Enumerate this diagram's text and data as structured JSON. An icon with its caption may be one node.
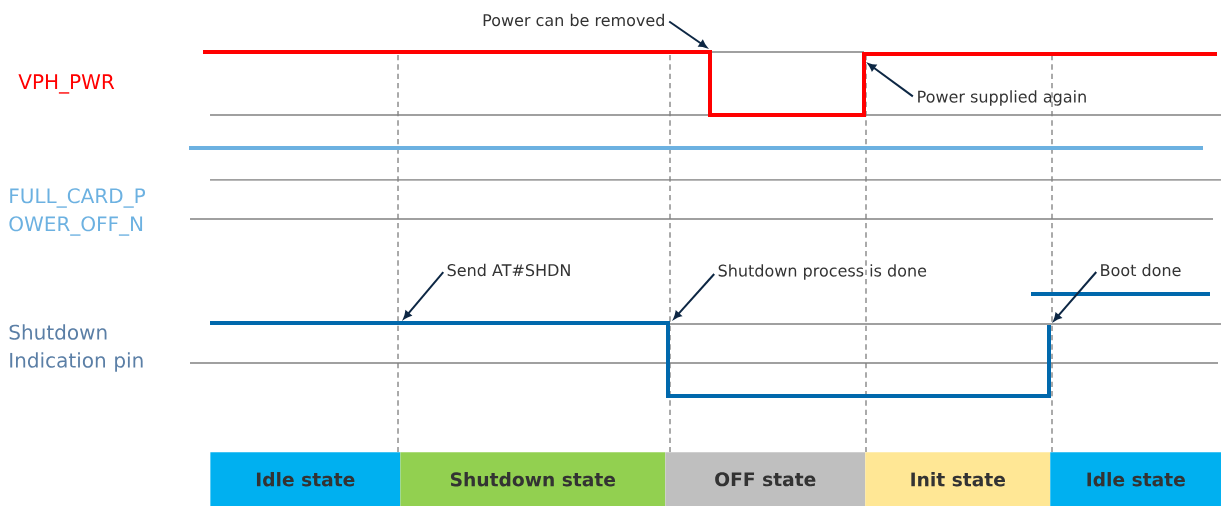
{
  "diagram": {
    "nodes": [
      {
        "text": [
          "Power can be removed"
        ]
      },
      {
        "text": [
          "Power supplied again"
        ]
      },
      {
        "text": [
          "Send AT#SHDN"
        ]
      },
      {
        "text": [
          "Shutdown process is done"
        ]
      },
      {
        "text": [
          "Boot done"
        ]
      },
      {
        "text": [
          "Idle state"
        ]
      },
      {
        "text": [
          "Shutdown state"
        ]
      },
      {
        "text": [
          "OFF state"
        ]
      },
      {
        "text": [
          "Init state"
        ]
      },
      {
        "text": [
          "Idle state"
        ]
      }
    ],
    "edges": [
      {
        "from": 0,
        "to": null,
        "arrow": "to"
      },
      {
        "from": 1,
        "to": null,
        "arrow": "to"
      },
      {
        "from": 2,
        "to": null,
        "arrow": "to"
      },
      {
        "from": 3,
        "to": null,
        "arrow": "to"
      },
      {
        "from": 4,
        "to": null,
        "arrow": "to"
      }
    ],
    "labels": [
      "VPH_PWR",
      "FULL_CARD_P OWER_OFF_N",
      "Shutdown Indication pin"
    ]
  }
}
